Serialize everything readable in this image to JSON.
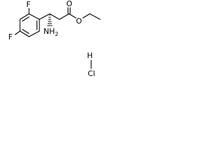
{
  "molecule": {
    "atoms": {
      "fluorine_top": "F",
      "fluorine_left": "F",
      "oxygen_carbonyl": "O",
      "oxygen_ester": "O",
      "amine": "NH",
      "amine_subscript": "2",
      "hydrogen": "H",
      "chlorine": "Cl"
    }
  }
}
